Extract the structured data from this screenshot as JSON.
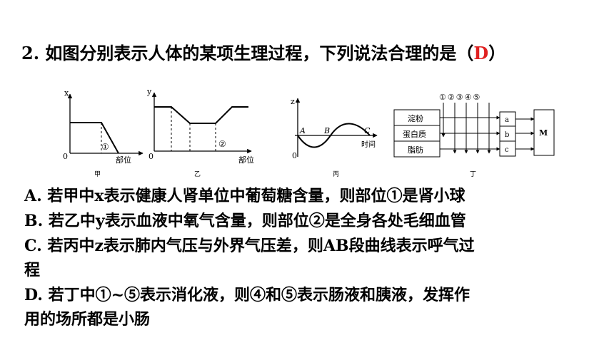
{
  "question": {
    "number": "2.",
    "stem": "如图分别表示人体的某项生理过程，下列说法合理的是（",
    "answer": "D",
    "close": "）"
  },
  "figures": {
    "jia": {
      "caption": "甲",
      "axis_y": "x",
      "origin": "0",
      "marker": "①",
      "axis_x": "部位"
    },
    "yi": {
      "caption": "乙",
      "axis_y": "y",
      "origin": "0",
      "marker": "②",
      "axis_x": "部位"
    },
    "bing": {
      "caption": "丙",
      "axis_y": "z",
      "origin": "0",
      "point_a": "A",
      "point_b": "B",
      "point_c": "C",
      "axis_x": "时间"
    },
    "ding": {
      "caption": "丁",
      "tubes": "①②③④⑤",
      "box1": "淀粉",
      "box2": "蛋白质",
      "box3": "脂肪",
      "out_a": "a",
      "out_b": "b",
      "out_c": "c",
      "m": "M"
    }
  },
  "options": {
    "a": "A. 若甲中x表示健康人肾单位中葡萄糖含量，则部位①是肾小球",
    "b": "B. 若乙中y表示血液中氧气含量，则部位②是全身各处毛细血管",
    "c1": "C. 若丙中z表示肺内气压与外界气压差，则AB段曲线表示呼气过",
    "c2": "程",
    "d1": "D. 若丁中①~⑤表示消化液，则④和⑤表示肠液和胰液，发挥作",
    "d2": "用的场所都是小肠"
  }
}
